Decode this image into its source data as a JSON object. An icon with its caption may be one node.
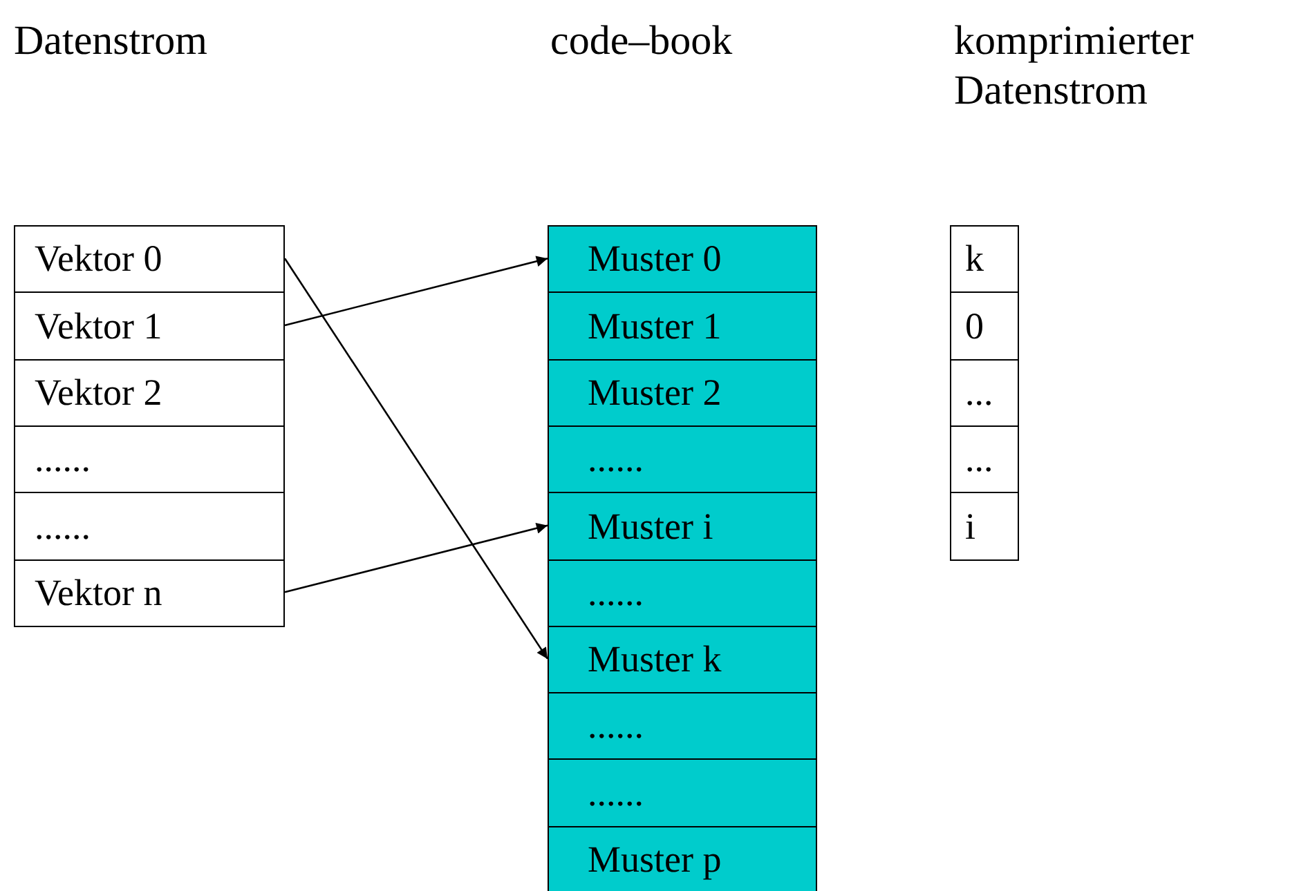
{
  "diagram": {
    "nodes": [
      {
        "text": [
          "Vektor 0"
        ]
      },
      {
        "text": [
          "Vektor 1"
        ]
      },
      {
        "text": [
          "Vektor 2"
        ]
      },
      {
        "text": [
          "......"
        ]
      },
      {
        "text": [
          "......"
        ]
      },
      {
        "text": [
          "Vektor n"
        ]
      },
      {
        "text": [
          "Muster 0"
        ]
      },
      {
        "text": [
          "Muster 1"
        ]
      },
      {
        "text": [
          "Muster 2"
        ]
      },
      {
        "text": [
          "......"
        ]
      },
      {
        "text": [
          "Muster i"
        ]
      },
      {
        "text": [
          "......"
        ]
      },
      {
        "text": [
          "Muster k"
        ]
      },
      {
        "text": [
          "......"
        ]
      },
      {
        "text": [
          "......"
        ]
      },
      {
        "text": [
          "Muster p"
        ]
      },
      {
        "text": [
          "k"
        ]
      },
      {
        "text": [
          "0"
        ]
      },
      {
        "text": [
          "..."
        ]
      },
      {
        "text": [
          "..."
        ]
      },
      {
        "text": [
          "i"
        ]
      }
    ],
    "edges": [
      {
        "from": 0,
        "to": 12,
        "arrow": "to"
      },
      {
        "from": 1,
        "to": 6,
        "arrow": "to"
      },
      {
        "from": 5,
        "to": 10,
        "arrow": "to"
      }
    ],
    "labels": [
      "Datenstrom",
      "code–book",
      "komprimierter Datenstrom"
    ]
  }
}
